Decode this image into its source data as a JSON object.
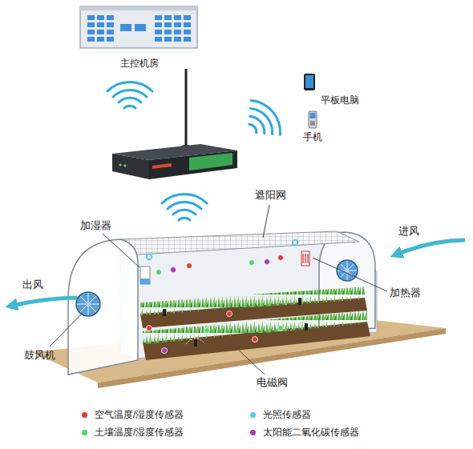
{
  "diagram": {
    "nodes": [
      {
        "text": [
          "主控机房"
        ]
      },
      {
        "text": [
          "平板电脑"
        ]
      },
      {
        "text": [
          "手机"
        ]
      }
    ],
    "labels": [
      "遮阳网",
      "加湿器",
      "进风",
      "出风",
      "加热器",
      "鼓风机",
      "电磁阀"
    ],
    "legend": [
      {
        "text": "空气温度/湿度传感器",
        "color": "#e53935"
      },
      {
        "text": "光照传感器",
        "color": "#5cc8f0"
      },
      {
        "text": "土壤温度/湿度传感器",
        "color": "#4cd964"
      },
      {
        "text": "太阳能二氧化碳传感器",
        "color": "#b030c0"
      }
    ]
  }
}
